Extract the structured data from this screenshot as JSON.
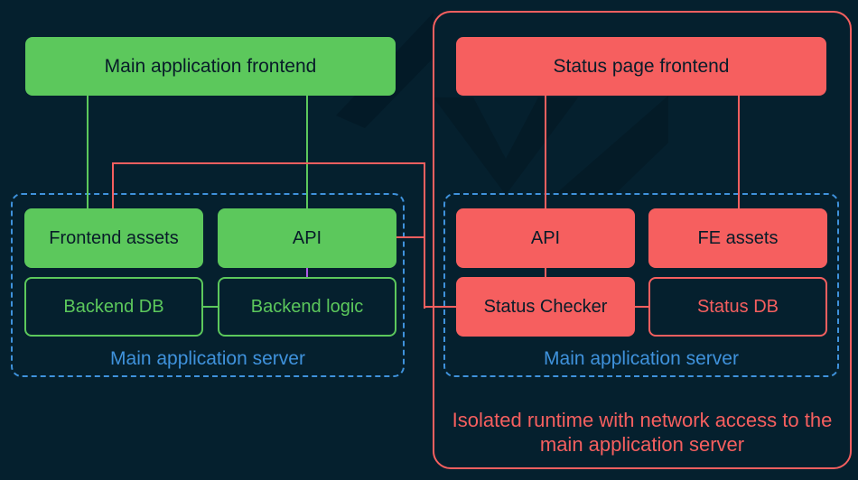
{
  "colors": {
    "background": "#05202E",
    "green": "#5CC85C",
    "red": "#F65F5F",
    "blue": "#3F92DC",
    "purple": "#AE5BE8",
    "box_text_dark": "#081C29"
  },
  "main_app": {
    "frontend_label": "Main application frontend",
    "server": {
      "assets_label": "Frontend assets",
      "api_label": "API",
      "db_label": "Backend DB",
      "logic_label": "Backend logic",
      "server_label": "Main application server"
    }
  },
  "status_app": {
    "frontend_label": "Status page frontend",
    "server": {
      "api_label": "API",
      "assets_label": "FE assets",
      "checker_label": "Status Checker",
      "db_label": "Status DB",
      "server_label": "Main application server"
    },
    "isolation_note": "Isolated runtime with network access to the main application server"
  }
}
